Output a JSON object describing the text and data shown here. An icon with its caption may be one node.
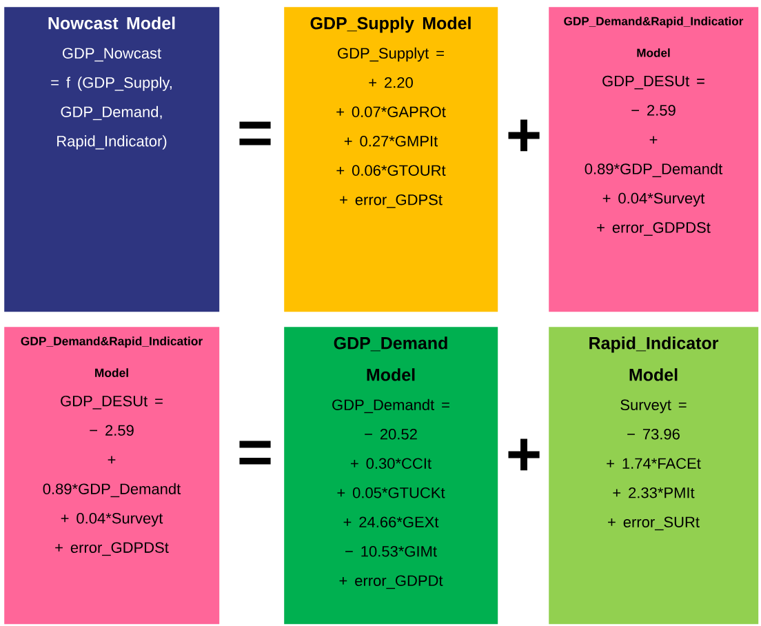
{
  "diagram": {
    "nodes": [
      {
        "text": [
          "Nowcast Model",
          "GDP_Nowcast",
          "= f (GDP_Supply,",
          "GDP_Demand,",
          "Rapid_Indicator)"
        ]
      },
      {
        "text": [
          "GDP_Supply Model",
          "GDP_Supplyt =",
          "+ 2.20",
          "+ 0.07*GAPROt",
          "+ 0.27*GMPIt",
          "+ 0.06*GTOURt",
          "+ error_GDPSt"
        ]
      },
      {
        "text": [
          "GDP_Demand&Rapid_Indicatior Model",
          "GDP_DESUt =",
          "− 2.59",
          "+",
          "0.89*GDP_Demandt",
          "+ 0.04*Surveyt",
          "+ error_GDPDSt"
        ]
      },
      {
        "text": [
          "GDP_Demand&Rapid_Indicatior Model",
          "GDP_DESUt =",
          "− 2.59",
          "+",
          "0.89*GDP_Demandt",
          "+ 0.04*Surveyt",
          "+ error_GDPDSt"
        ]
      },
      {
        "text": [
          "GDP_Demand Model",
          "GDP_Demandt =",
          "− 20.52",
          "+ 0.30*CCIt",
          "+ 0.05*GTUCKt",
          "+ 24.66*GEXt",
          "− 10.53*GIMt",
          "+ error_GDPDt"
        ]
      },
      {
        "text": [
          "Rapid_Indicator Model",
          "Surveyt =",
          "− 73.96",
          "+ 1.74*FACEt",
          "+ 2.33*PMIt",
          "+ error_SURt"
        ]
      }
    ],
    "labels": [
      "=",
      "+",
      "=",
      "+"
    ]
  }
}
